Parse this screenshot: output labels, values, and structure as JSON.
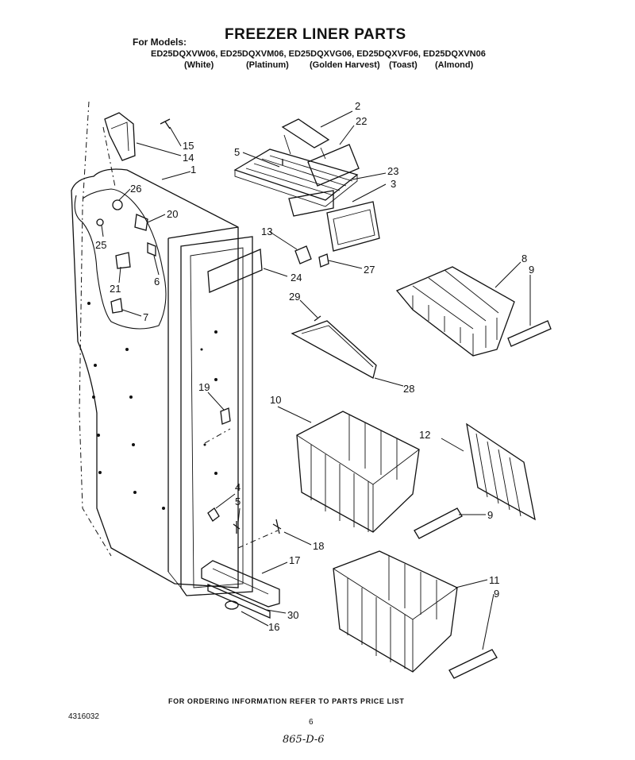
{
  "header": {
    "for_models_label": "For Models:",
    "title": "FREEZER LINER PARTS",
    "models": "ED25DQXVW06, ED25DQXVM06, ED25DQXVG06, ED25DQXVF06, ED25DQXVN06",
    "colors": [
      "(White)",
      "(Platinum)",
      "(Golden Harvest)",
      "(Toast)",
      "(Almond)"
    ]
  },
  "callouts": [
    "2",
    "22",
    "15",
    "14",
    "1",
    "5",
    "23",
    "3",
    "26",
    "20",
    "25",
    "6",
    "21",
    "7",
    "13",
    "27",
    "24",
    "8",
    "9",
    "29",
    "28",
    "19",
    "10",
    "12",
    "9",
    "4",
    "5",
    "18",
    "17",
    "30",
    "16",
    "11",
    "9"
  ],
  "footer": {
    "ordering_info": "FOR ORDERING INFORMATION REFER TO PARTS PRICE LIST",
    "doc_number": "4316032",
    "page_number": "6",
    "handwritten_note": "865-D-6"
  }
}
